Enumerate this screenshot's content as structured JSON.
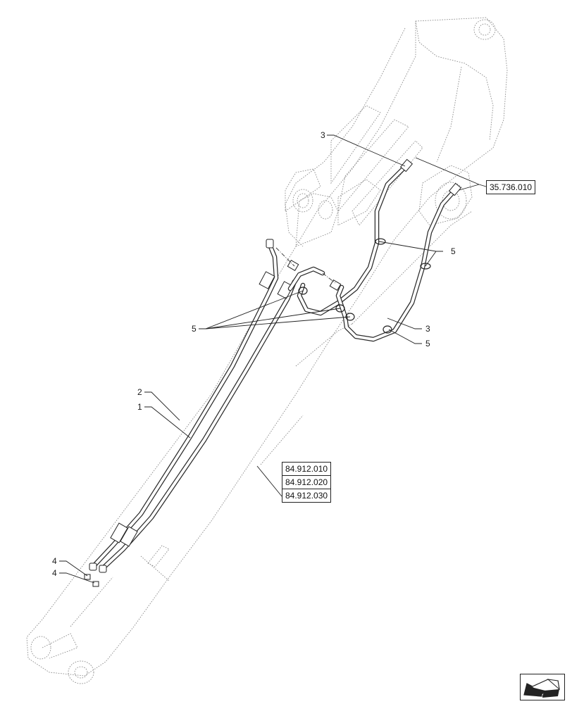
{
  "callouts": {
    "item_1": "1",
    "item_2": "2",
    "item_3a": "3",
    "item_3b": "3",
    "item_4a": "4",
    "item_4b": "4",
    "item_5a": "5",
    "item_5b": "5",
    "item_5c": "5"
  },
  "references": {
    "upper_ref": "35.736.010",
    "stacked_refs": [
      "84.912.010",
      "84.912.020",
      "84.912.030"
    ]
  },
  "icons": {
    "nav": "navigation-arrow-icon"
  }
}
